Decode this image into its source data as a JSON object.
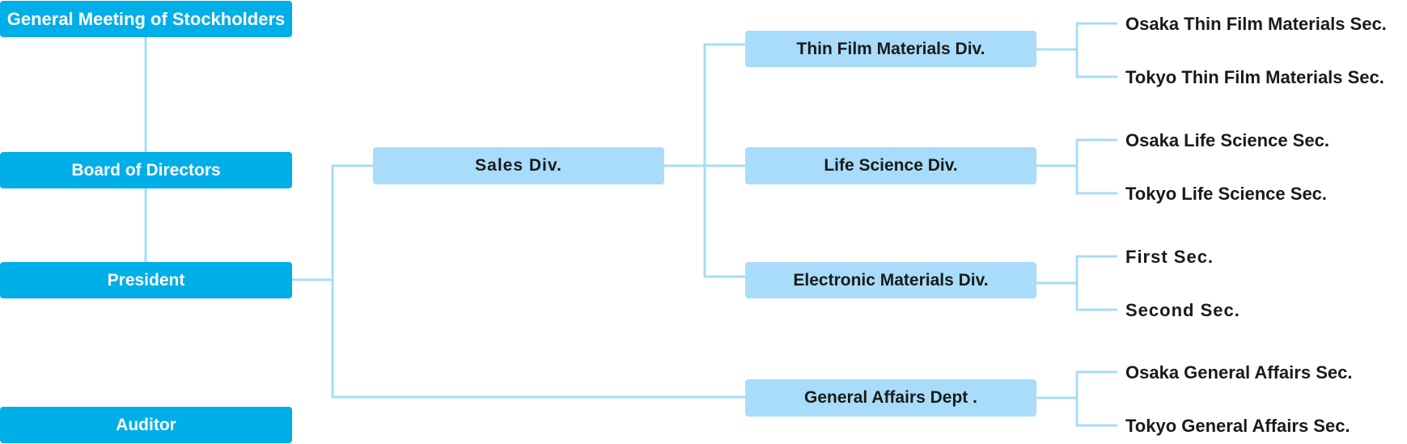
{
  "colors": {
    "primary": "#00aee8",
    "secondary": "#a8dcfa",
    "line": "#a8dcfa",
    "text": "#1a1a1a"
  },
  "governance": {
    "stockholders": "General Meeting of Stockholders",
    "board": "Board of Directors",
    "president": "President",
    "auditor": "Auditor"
  },
  "departments": {
    "sales": "Sales Div.",
    "general_affairs": "General Affairs Dept ."
  },
  "divisions": {
    "thin_film": "Thin Film Materials Div.",
    "life_science": "Life Science Div.",
    "electronic": "Electronic Materials Div."
  },
  "sections": {
    "osaka_thin_film": "Osaka Thin Film Materials Sec.",
    "tokyo_thin_film": "Tokyo Thin Film Materials Sec.",
    "osaka_life_science": "Osaka Life Science Sec.",
    "tokyo_life_science": "Tokyo Life Science Sec.",
    "first": "First Sec.",
    "second": "Second Sec.",
    "osaka_general_affairs": "Osaka General Affairs Sec.",
    "tokyo_general_affairs": "Tokyo General Affairs Sec."
  }
}
